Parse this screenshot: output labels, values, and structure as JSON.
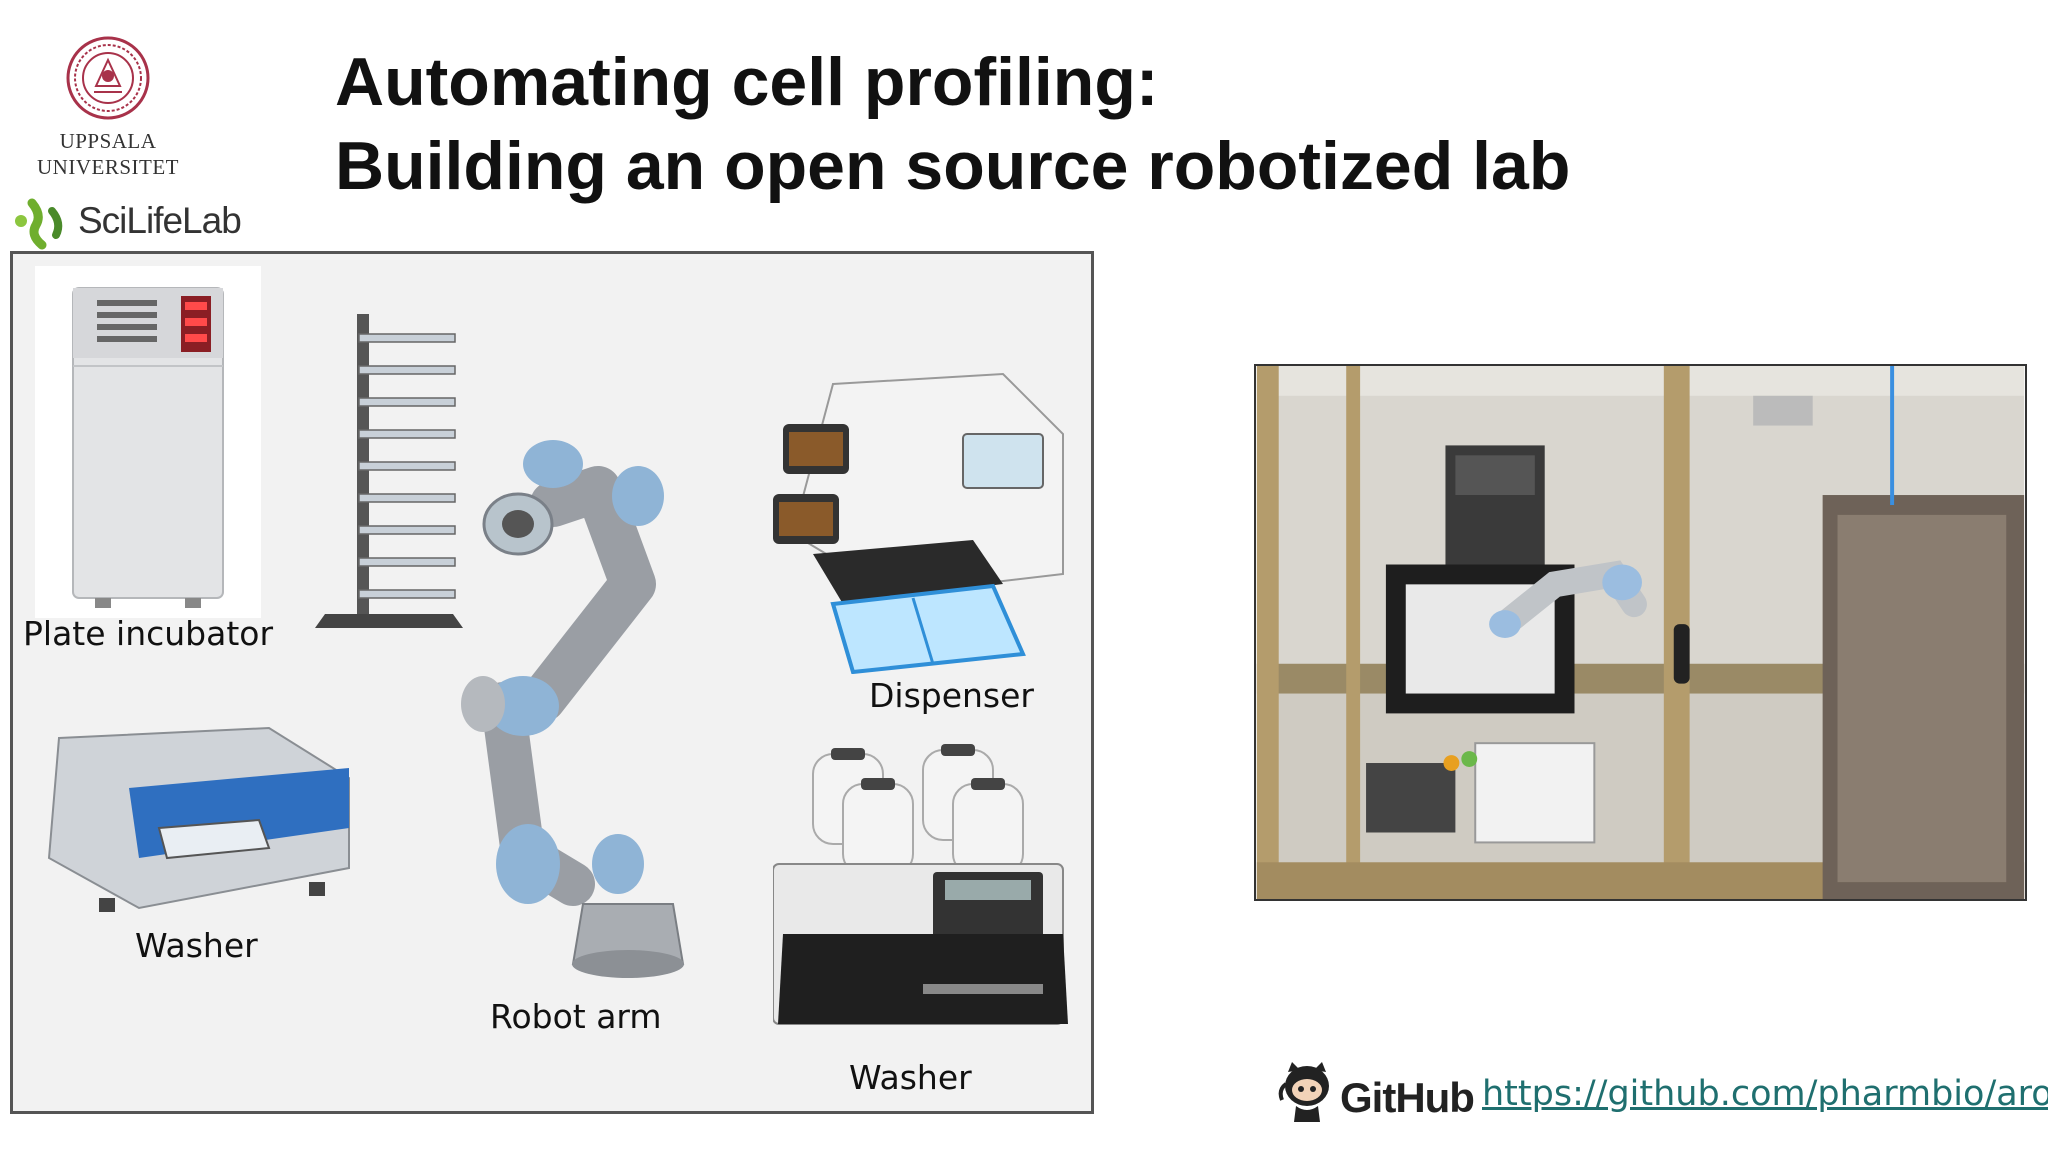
{
  "title": {
    "line1": "Automating cell profiling:",
    "line2": "Building an open source robotized lab"
  },
  "logos": {
    "uppsala_line1": "UPPSALA",
    "uppsala_line2": "UNIVERSITET",
    "scilifelab": "SciLifeLab",
    "scilifelab_colors": [
      "#8cc63f",
      "#4a8a2a"
    ],
    "seal_color": "#a8324a"
  },
  "equipment": {
    "plate_incubator": "Plate incubator",
    "washer_left": "Washer",
    "robot_arm": "Robot arm",
    "dispenser": "Dispenser",
    "washer_right": "Washer"
  },
  "footer": {
    "github_label": "GitHub",
    "url": "https://github.com/pharmbio/aros"
  }
}
